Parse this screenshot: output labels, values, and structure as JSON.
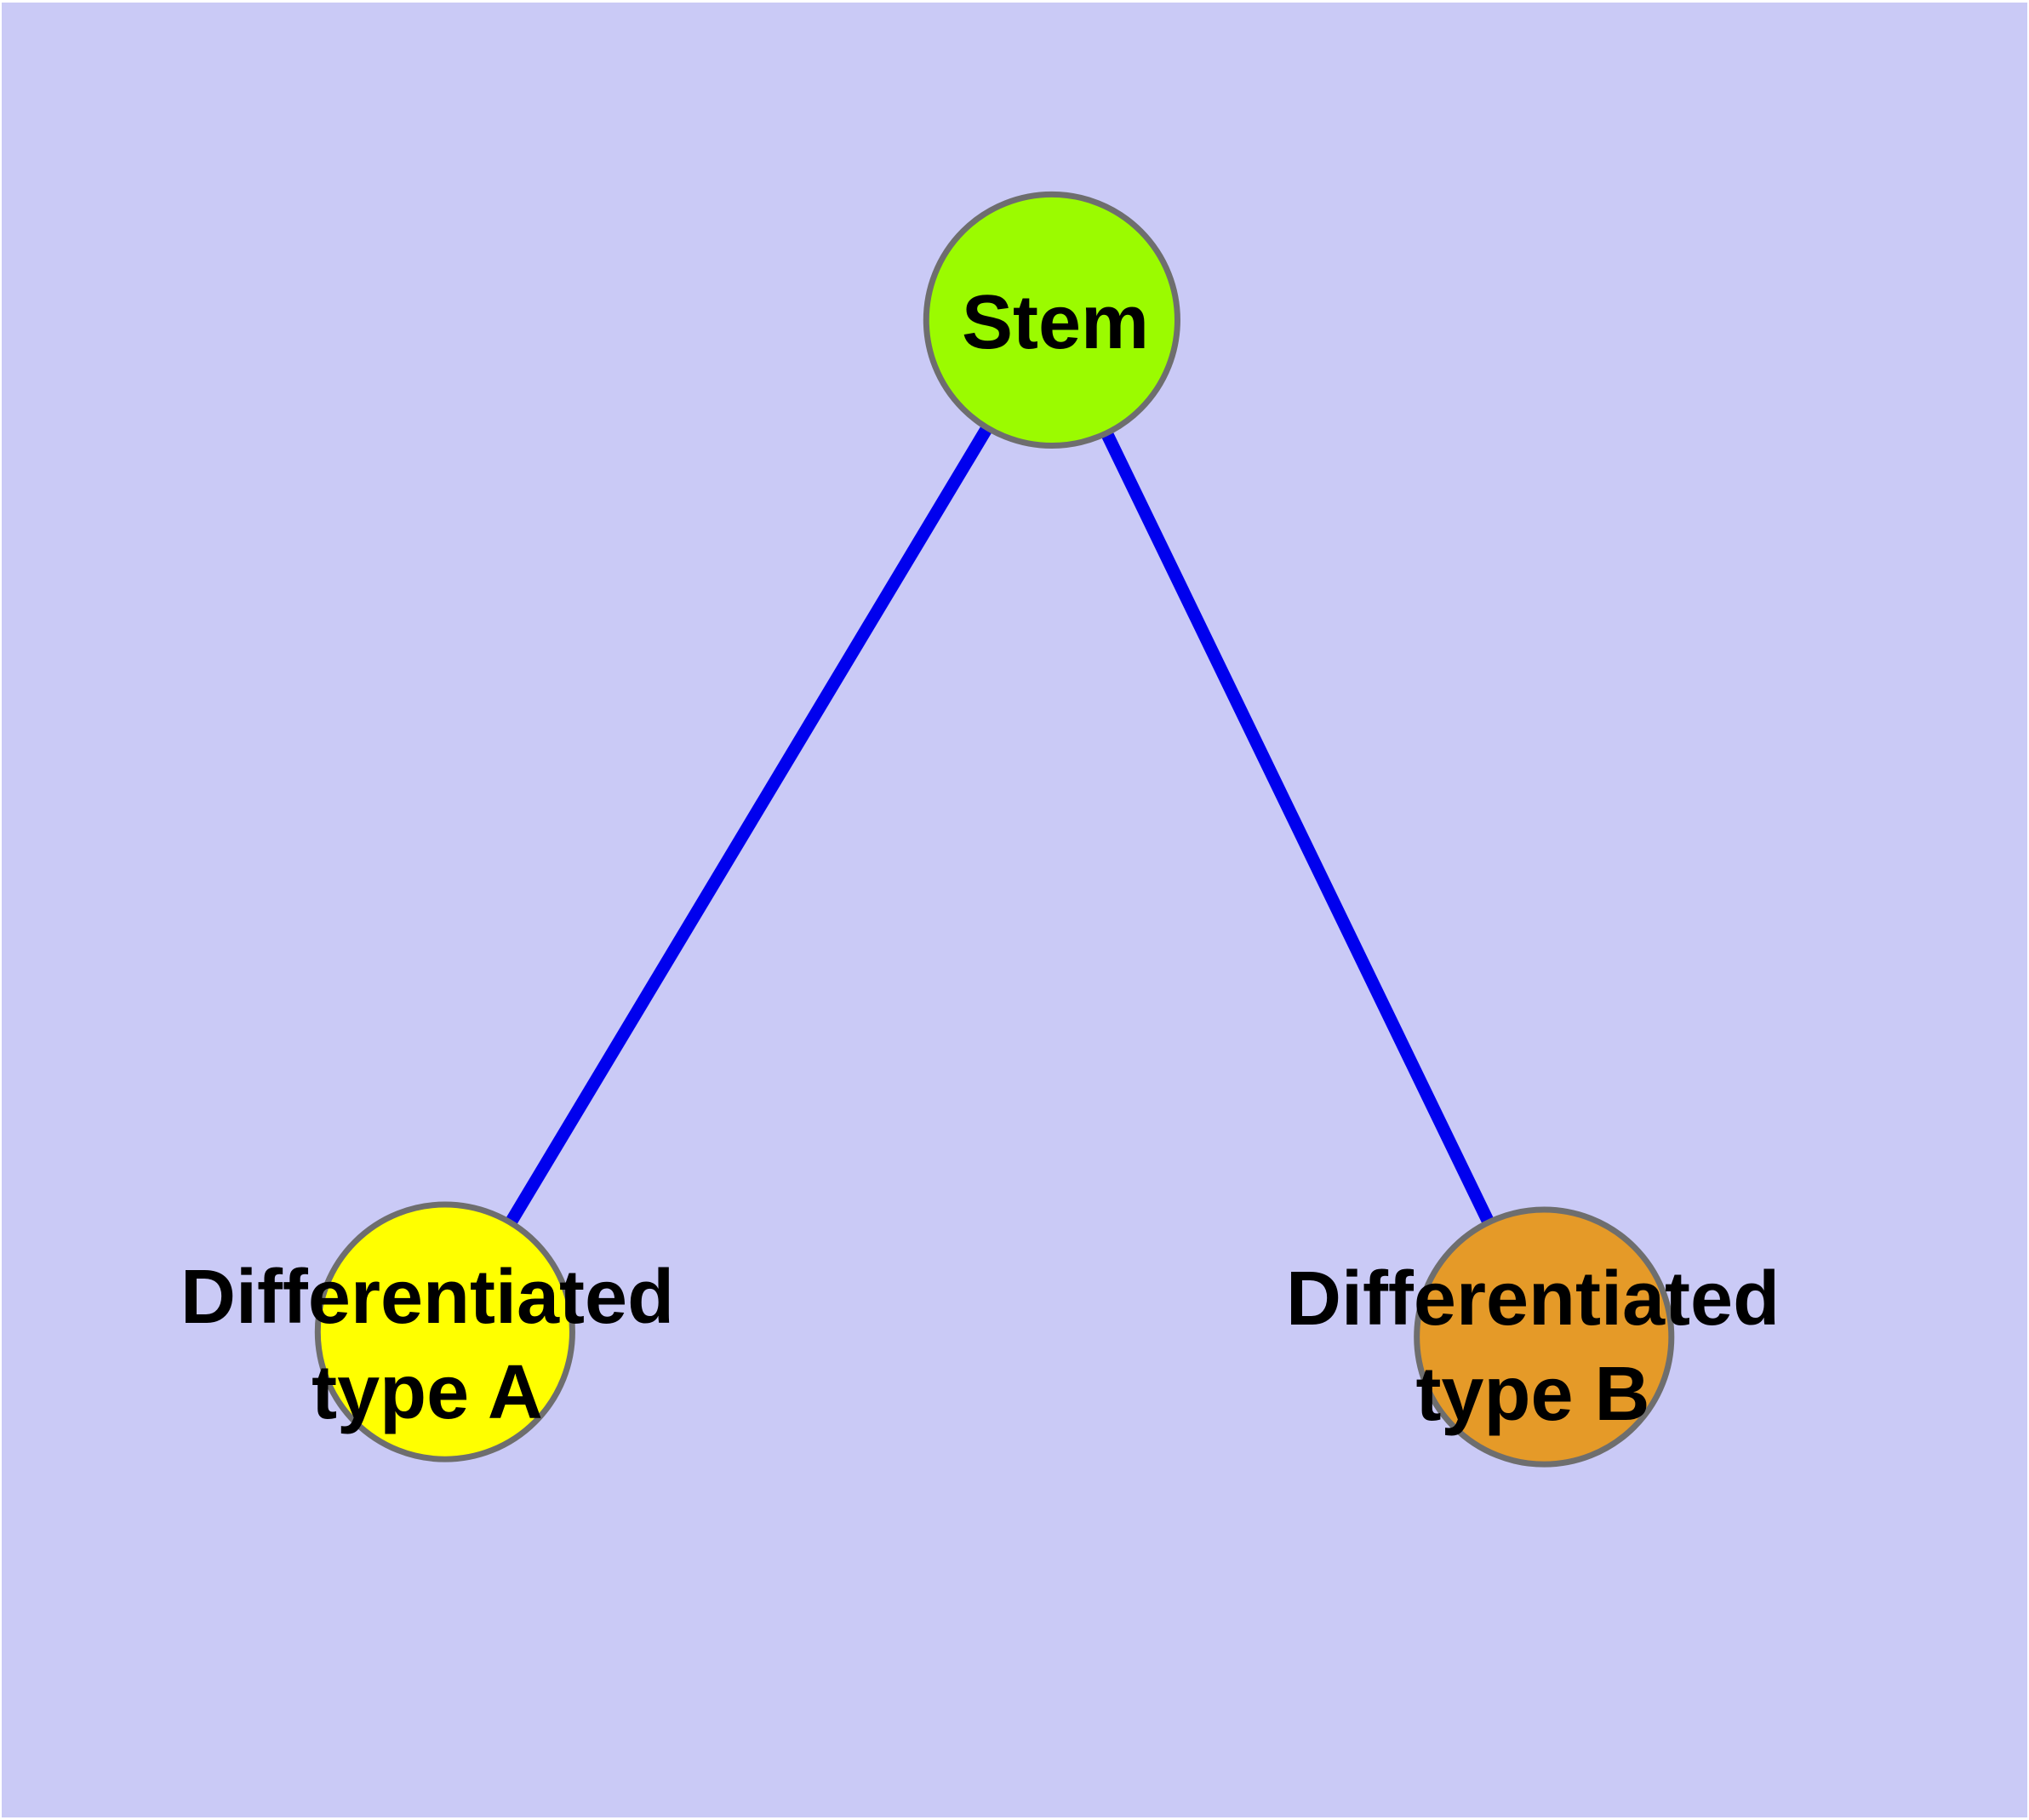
{
  "diagram": {
    "kind": "node-link-graph",
    "background_color": "#CACAF6",
    "edge_color": "#0000EE",
    "node_border_color": "#6E6E6E",
    "text_color": "#000000",
    "nodes": [
      {
        "id": "stem",
        "label": "Stem",
        "fill": "#9BFB00"
      },
      {
        "id": "differentiated-type-a",
        "label": "Differentiated type A",
        "label_line1": "Differentiated",
        "label_line2": "type A",
        "fill": "#FFFF00"
      },
      {
        "id": "differentiated-type-b",
        "label": "Differentiated type B",
        "label_line1": "Differentiated",
        "label_line2": "type B",
        "fill": "#E59A28"
      }
    ],
    "edges": [
      {
        "from": "Stem",
        "to": "Differentiated type A"
      },
      {
        "from": "Stem",
        "to": "Differentiated type B"
      }
    ]
  }
}
